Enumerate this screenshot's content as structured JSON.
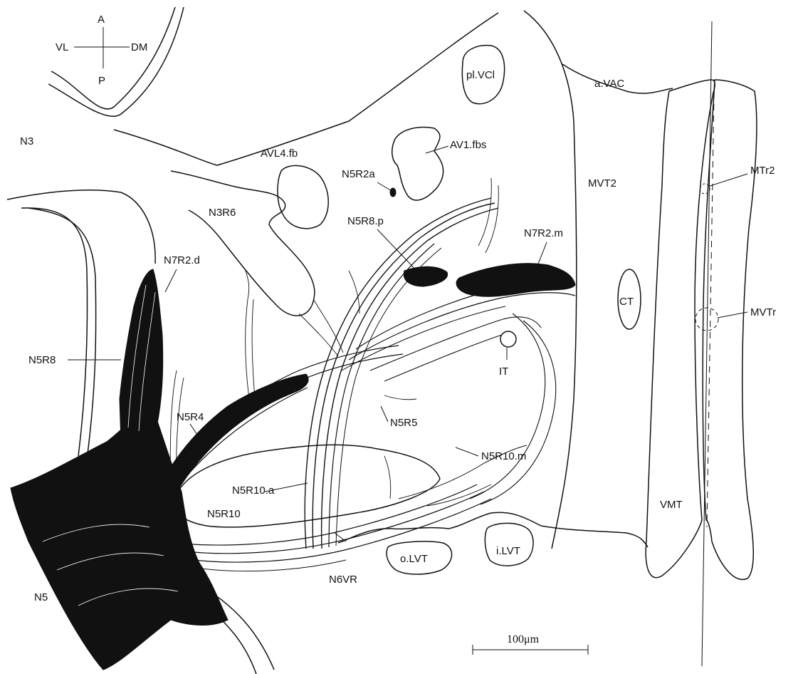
{
  "orientation": {
    "anterior": "A",
    "posterior": "P",
    "ventrolateral": "VL",
    "dorsomedial": "DM"
  },
  "labels": {
    "n3": "N3",
    "avl4fb": "AVL4.fb",
    "n5r2a": "N5R2a",
    "plvcl": "pl.VCl",
    "av1fbs": "AV1.fbs",
    "avac": "a.VAC",
    "mvt2": "MVT2",
    "mtr2": "MTr2",
    "n3r6": "N3R6",
    "n5r8p": "N5R8.p",
    "n7r2m": "N7R2.m",
    "n7r2d": "N7R2.d",
    "ct": "CT",
    "mvtr": "MVTr",
    "n5r8": "N5R8",
    "it": "IT",
    "n5r4": "N5R4",
    "n5r5": "N5R5",
    "n5r10m": "N5R10.m",
    "n5r10a": "N5R10.a",
    "n5r10": "N5R10",
    "vmt": "VMT",
    "olvt": "o.LVT",
    "ilvt": "i.LVT",
    "n6vr": "N6VR",
    "n5": "N5"
  },
  "scale_bar": {
    "label": "100μm"
  }
}
